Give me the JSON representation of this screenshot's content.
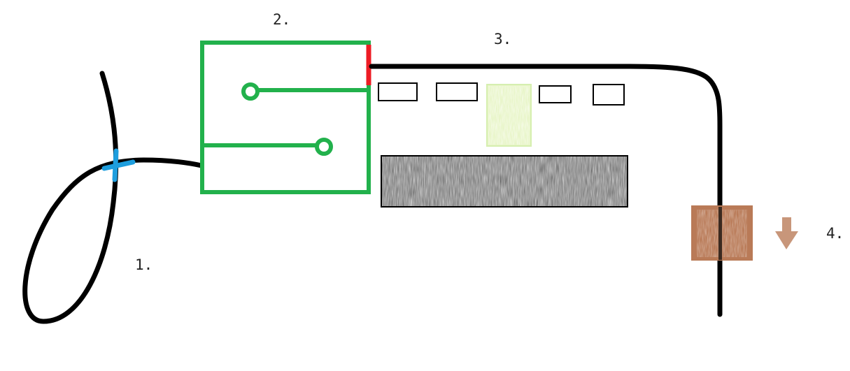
{
  "labels": {
    "step1": "1.",
    "step2": "2.",
    "step3": "3.",
    "step4": "4."
  },
  "colors": {
    "background": "#ffffff",
    "wire": "#000000",
    "box2": "#22b14c",
    "marker_red": "#ed1c24",
    "marker_blue": "#1e9ede",
    "noise_panel": "#808080",
    "pale_panel": "#e8f5c8",
    "brown_block": "#b97a57",
    "arrow": "#c8967a"
  },
  "icons": {
    "arrow": "arrow-down-icon"
  }
}
